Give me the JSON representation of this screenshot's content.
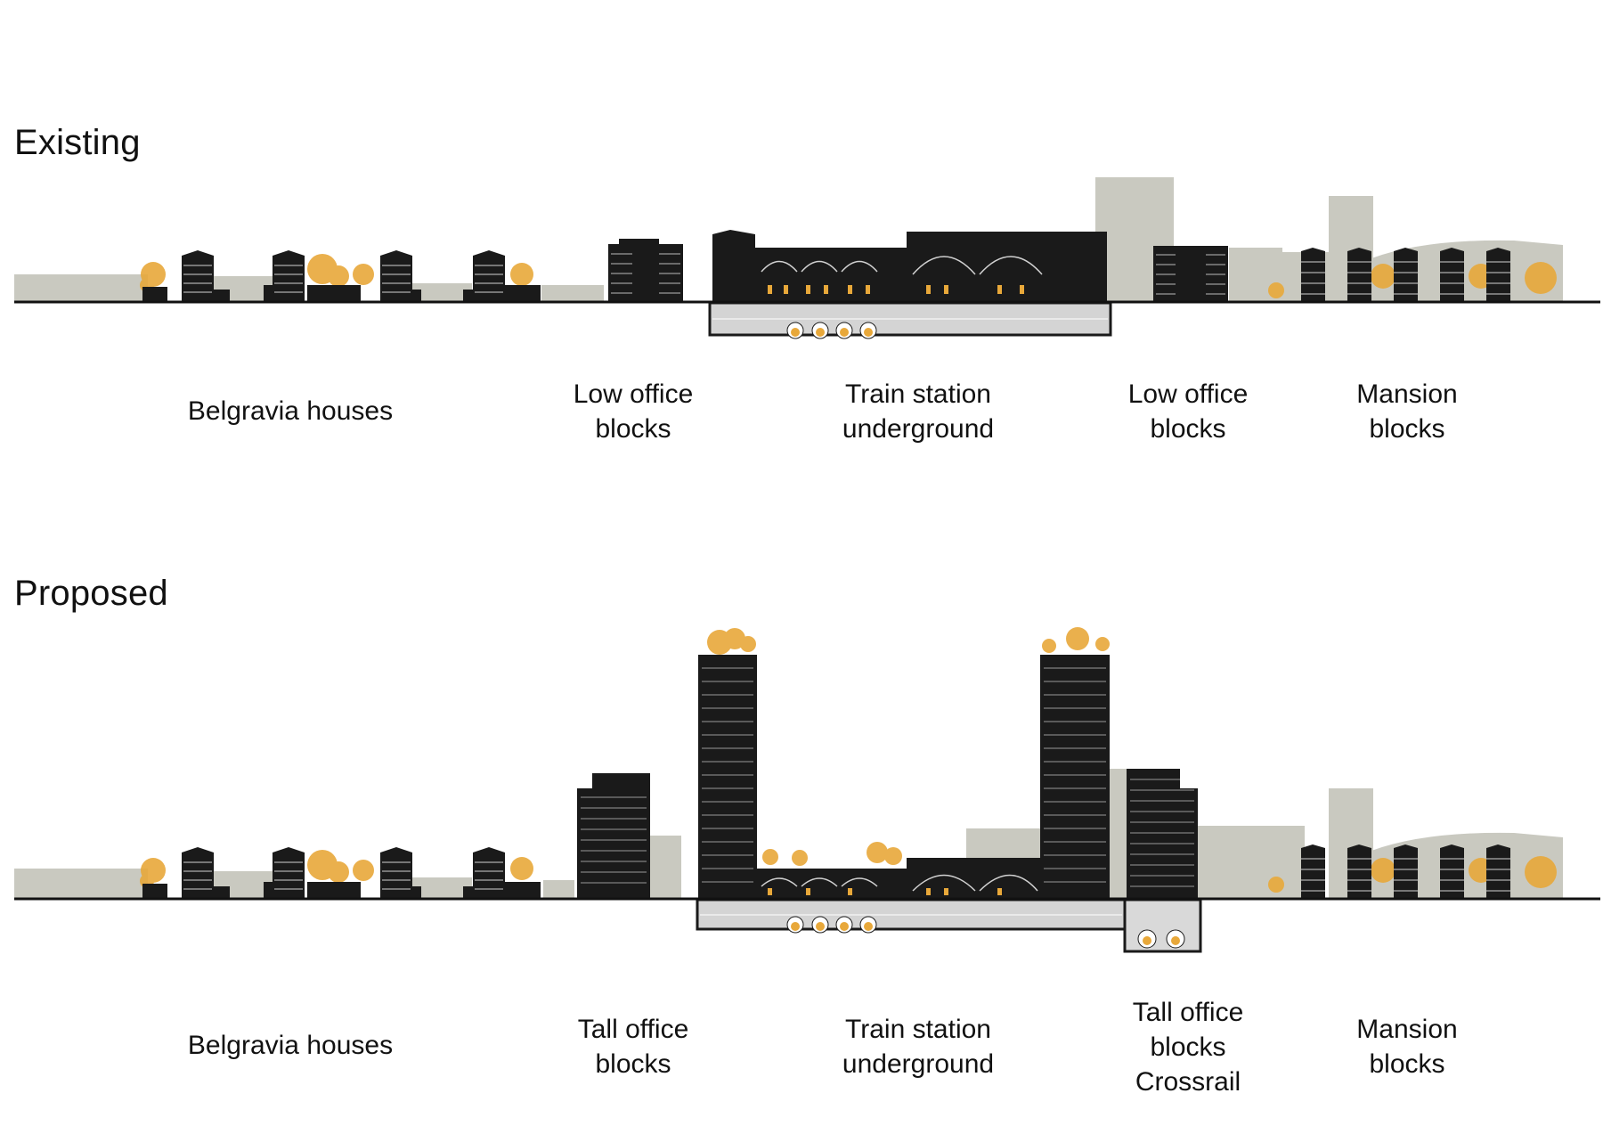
{
  "sections": [
    {
      "title": "Existing",
      "labels": [
        {
          "lines": [
            "Belgravia houses"
          ]
        },
        {
          "lines": [
            "Low office",
            "blocks"
          ]
        },
        {
          "lines": [
            "Train station",
            "underground"
          ]
        },
        {
          "lines": [
            "Low office",
            "blocks"
          ]
        },
        {
          "lines": [
            "Mansion",
            "blocks"
          ]
        }
      ]
    },
    {
      "title": "Proposed",
      "labels": [
        {
          "lines": [
            "Belgravia houses"
          ]
        },
        {
          "lines": [
            "Tall office",
            "blocks"
          ]
        },
        {
          "lines": [
            "Train station",
            "underground"
          ]
        },
        {
          "lines": [
            "Tall office",
            "blocks",
            "Crossrail"
          ]
        },
        {
          "lines": [
            "Mansion",
            "blocks"
          ]
        }
      ]
    }
  ],
  "colors": {
    "building": "#1a1a1a",
    "background_mass": "#c9c9c0",
    "tree": "#e8a83a",
    "ground_line": "#111111",
    "underground_fill": "#d4d4d4"
  }
}
